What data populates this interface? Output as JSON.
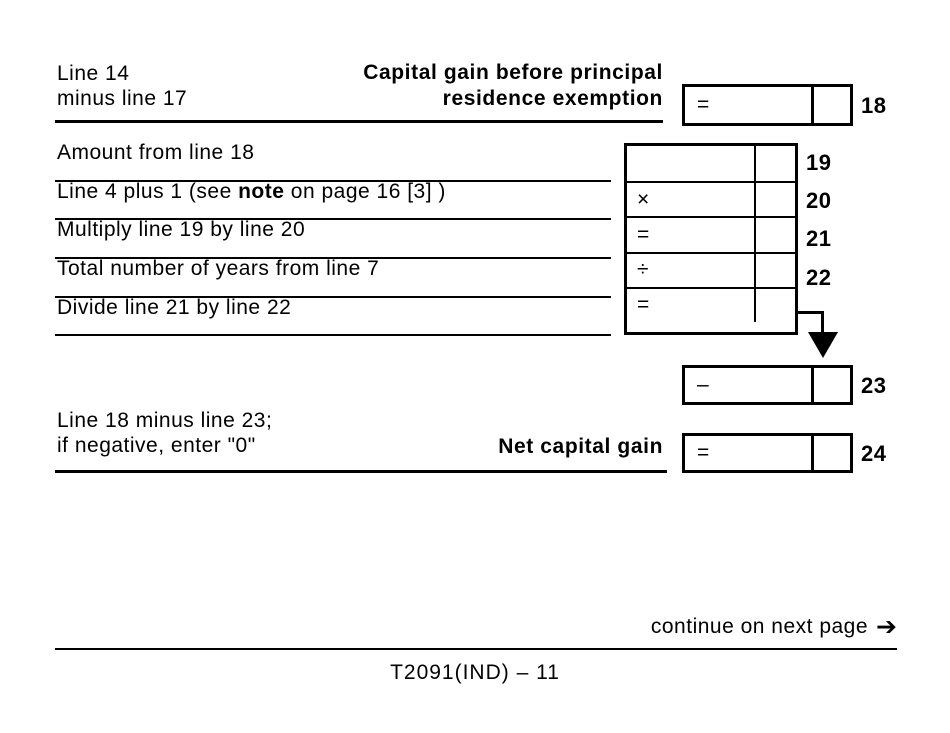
{
  "colors": {
    "ink": "#000000",
    "paper": "#ffffff"
  },
  "header": {
    "left_line1": "Line 14",
    "left_line2": "minus line 17",
    "title_line1": "Capital gain before principal",
    "title_line2": "residence exemption",
    "box": {
      "operator": "=",
      "line_number": "18"
    }
  },
  "calc_rows": [
    {
      "label_pre": "Amount from line 18",
      "label_bold": "",
      "label_post": "",
      "operator": "",
      "line_number": "19"
    },
    {
      "label_pre": "Line 4 plus 1 (see ",
      "label_bold": "note",
      "label_post": " on page 16 [3] )",
      "operator": "×",
      "line_number": "20"
    },
    {
      "label_pre": "Multiply line 19 by line 20",
      "label_bold": "",
      "label_post": "",
      "operator": "=",
      "line_number": "21"
    },
    {
      "label_pre": "Total number of years from line 7",
      "label_bold": "",
      "label_post": "",
      "operator": "÷",
      "line_number": "22"
    },
    {
      "label_pre": "Divide line 21 by line 22",
      "label_bold": "",
      "label_post": "",
      "operator": "=",
      "line_number": ""
    }
  ],
  "subtract_box": {
    "operator": "–",
    "line_number": "23"
  },
  "net_row": {
    "left_line1": "Line 18 minus line 23;",
    "left_line2": "if negative, enter \"0\"",
    "title": "Net capital gain",
    "box": {
      "operator": "=",
      "line_number": "24"
    }
  },
  "footer": {
    "continue_label": "continue on next page",
    "continue_arrow_icon": "➔",
    "form_code": "T2091(IND) – 11"
  }
}
